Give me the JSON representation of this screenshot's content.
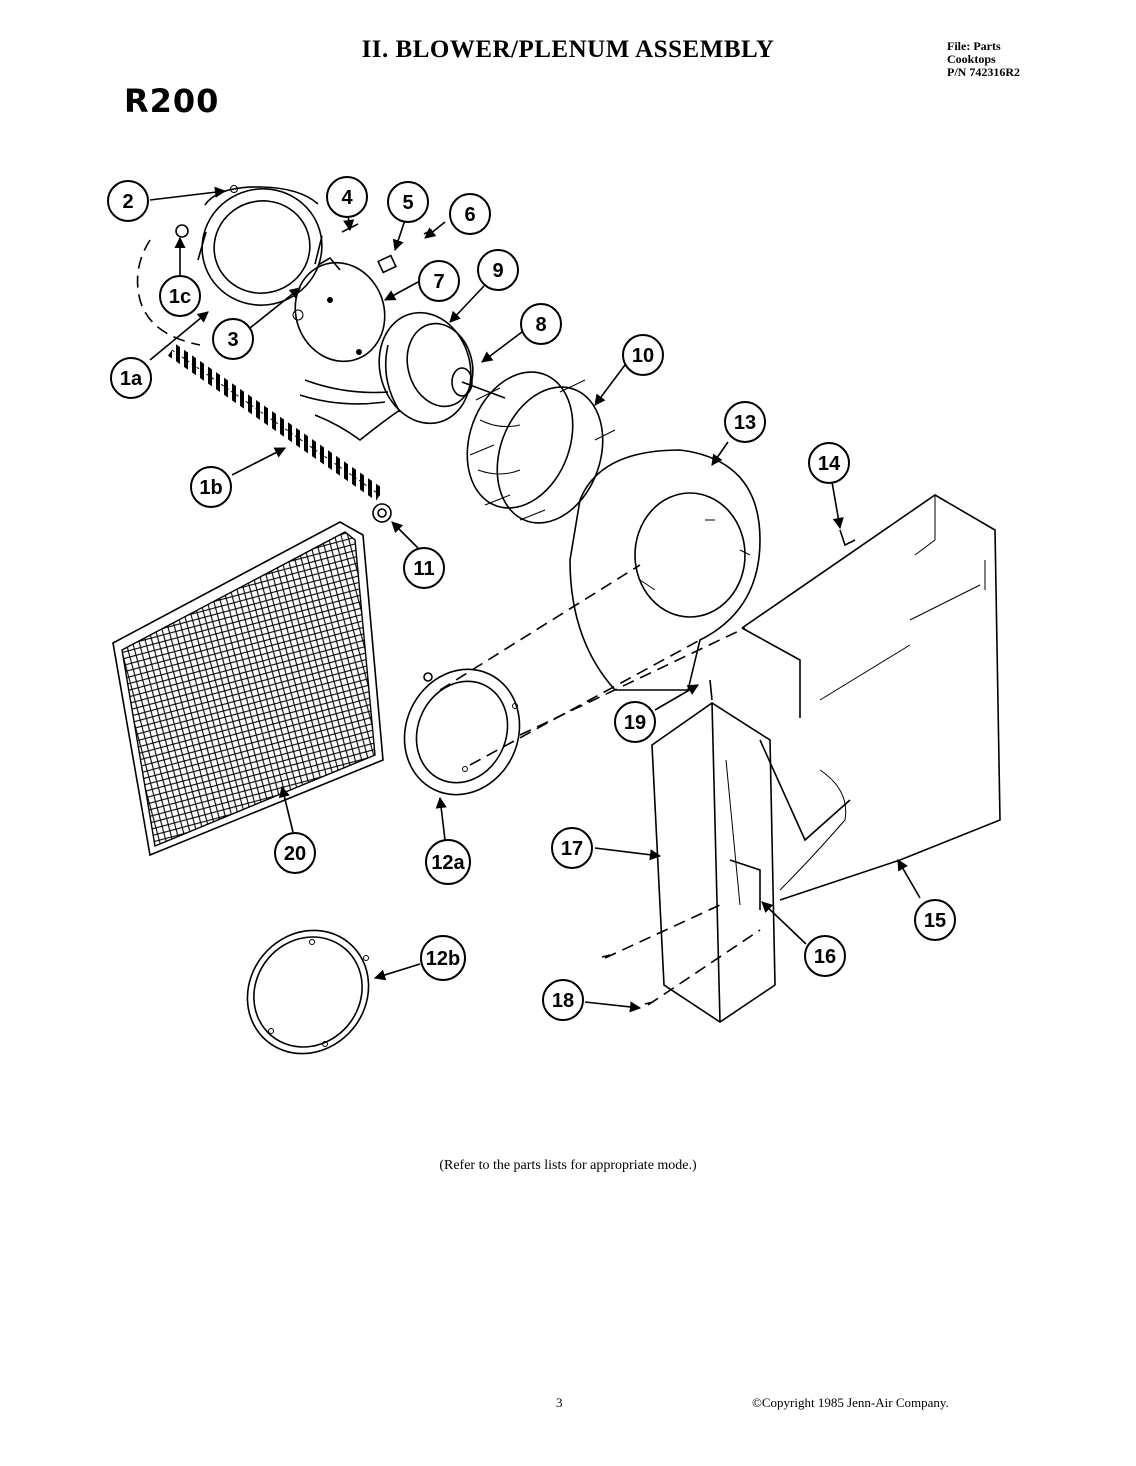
{
  "header": {
    "title": "II. BLOWER/PLENUM ASSEMBLY",
    "model": "R200",
    "file_lines": [
      "File: Parts",
      "Cooktops",
      "P/N 742316R2"
    ]
  },
  "callouts": [
    {
      "id": "c2",
      "label": "2"
    },
    {
      "id": "c4",
      "label": "4"
    },
    {
      "id": "c5",
      "label": "5"
    },
    {
      "id": "c6",
      "label": "6"
    },
    {
      "id": "c1c",
      "label": "1c"
    },
    {
      "id": "c7",
      "label": "7"
    },
    {
      "id": "c9",
      "label": "9"
    },
    {
      "id": "c3",
      "label": "3"
    },
    {
      "id": "c8",
      "label": "8"
    },
    {
      "id": "c1a",
      "label": "1a"
    },
    {
      "id": "c10",
      "label": "10"
    },
    {
      "id": "c13",
      "label": "13"
    },
    {
      "id": "c14",
      "label": "14"
    },
    {
      "id": "c1b",
      "label": "1b"
    },
    {
      "id": "c11",
      "label": "11"
    },
    {
      "id": "c19",
      "label": "19"
    },
    {
      "id": "c17",
      "label": "17"
    },
    {
      "id": "c20",
      "label": "20"
    },
    {
      "id": "c12a",
      "label": "12a"
    },
    {
      "id": "c15",
      "label": "15"
    },
    {
      "id": "c12b",
      "label": "12b"
    },
    {
      "id": "c16",
      "label": "16"
    },
    {
      "id": "c18",
      "label": "18"
    }
  ],
  "footer": {
    "caption": "(Refer to the parts lists for appropriate mode.)",
    "page_number": "3",
    "copyright": "©Copyright 1985 Jenn-Air Company."
  }
}
